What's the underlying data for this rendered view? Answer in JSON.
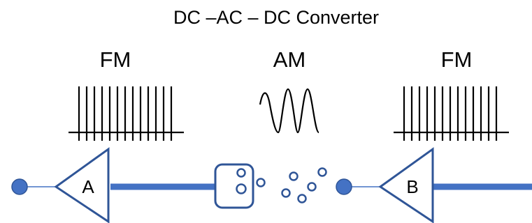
{
  "title": "DC –AC – DC Converter",
  "signals": {
    "left": "FM",
    "middle": "AM",
    "right": "FM"
  },
  "amplifiers": {
    "left": "A",
    "right": "B"
  },
  "colors": {
    "line": "#4472c4",
    "outline": "#2f5597",
    "text": "#000000"
  }
}
